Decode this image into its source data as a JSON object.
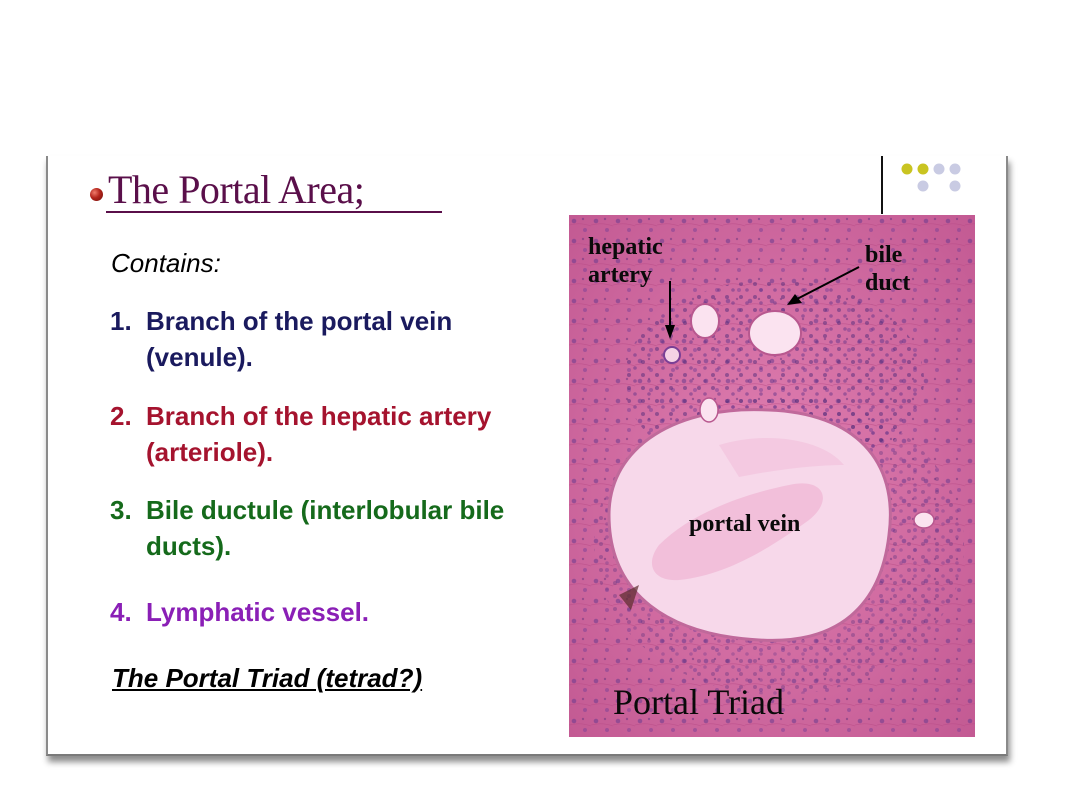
{
  "title": "The Portal Area;",
  "contains_label": "Contains:",
  "items": [
    {
      "number": "1.",
      "text": "Branch of the portal vein (venule).",
      "color": "#1a1a5e"
    },
    {
      "number": "2.",
      "text": "Branch of the hepatic artery (arteriole).",
      "color": "#a5132e"
    },
    {
      "number": "3.",
      "text": "Bile ductule (interlobular bile ducts).",
      "color": "#156a1b"
    },
    {
      "number": "4.",
      "text": "Lymphatic  vessel.",
      "color": "#8a1fb6"
    }
  ],
  "triad_note": "The Portal  Triad (tetrad?)",
  "image": {
    "labels": {
      "hepatic_artery_1": "hepatic",
      "hepatic_artery_2": "artery",
      "bile_duct_1": "bile",
      "bile_duct_2": "duct",
      "portal_vein": "portal vein",
      "portal_triad": "Portal Triad"
    }
  },
  "colors": {
    "title": "#5a0f4a",
    "bullet": "#b3241b",
    "tissue": "#d46fa2",
    "dots_olive": "#c9c421",
    "dots_lavender": "#c9cbe3"
  }
}
